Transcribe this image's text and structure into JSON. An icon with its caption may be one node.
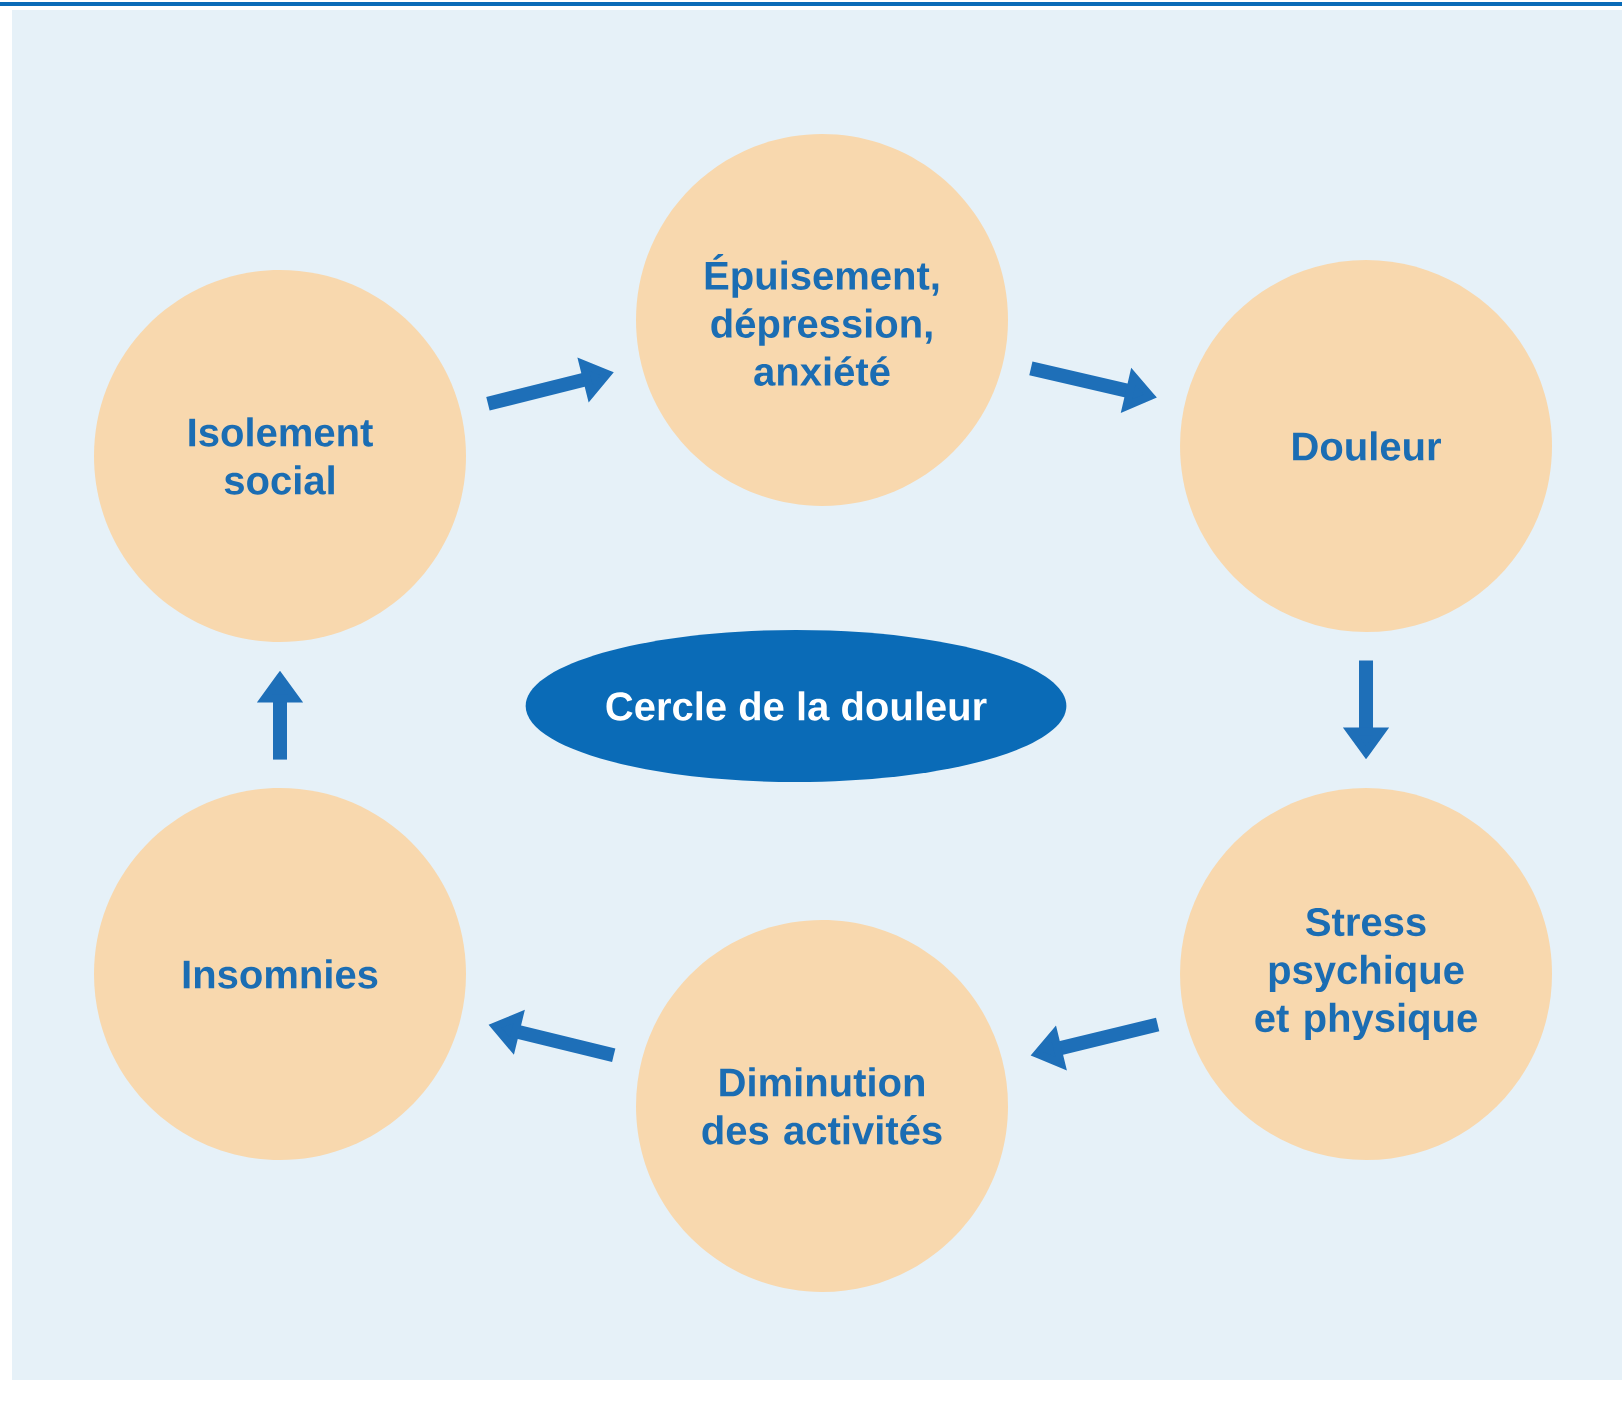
{
  "diagram": {
    "nodes": [
      {
        "text": [
          "Isolement social"
        ]
      },
      {
        "text": [
          "Épuisement, dépression, anxiété"
        ]
      },
      {
        "text": [
          "Douleur"
        ]
      },
      {
        "text": [
          "Stress psychique et physique"
        ]
      },
      {
        "text": [
          "Diminution des activités"
        ]
      },
      {
        "text": [
          "Insomnies"
        ]
      },
      {
        "text": [
          "Cercle de la douleur"
        ]
      }
    ],
    "edges": [
      {
        "from": 0,
        "to": 1,
        "arrow": "to"
      },
      {
        "from": 1,
        "to": 2,
        "arrow": "to"
      },
      {
        "from": 2,
        "to": 3,
        "arrow": "to"
      },
      {
        "from": 3,
        "to": 4,
        "arrow": "to"
      },
      {
        "from": 4,
        "to": 5,
        "arrow": "to"
      },
      {
        "from": 5,
        "to": 0,
        "arrow": "to"
      }
    ]
  }
}
